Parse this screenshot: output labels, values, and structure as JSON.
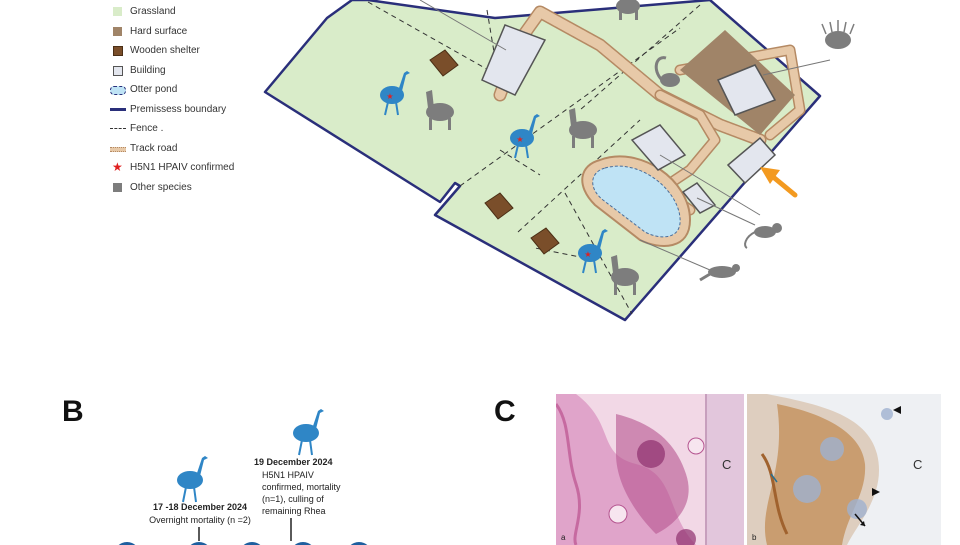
{
  "legend": {
    "items": [
      {
        "label": "Grassland",
        "symbol": "grass-swatch-icon"
      },
      {
        "label": "Hard surface",
        "symbol": "hard-surface-swatch-icon"
      },
      {
        "label": "Wooden shelter",
        "symbol": "wooden-shelter-swatch-icon"
      },
      {
        "label": "Building",
        "symbol": "building-swatch-icon"
      },
      {
        "label": "Otter pond",
        "symbol": "otter-pond-swatch-icon"
      },
      {
        "label": "Premissess boundary",
        "symbol": "boundary-line-icon"
      },
      {
        "label": "Fence .",
        "symbol": "fence-line-icon"
      },
      {
        "label": "Track road",
        "symbol": "track-road-swatch-icon"
      },
      {
        "label": "H5N1 HPAIV confirmed",
        "symbol": "red-star-icon"
      },
      {
        "label": "Other species",
        "symbol": "other-species-swatch-icon"
      }
    ]
  },
  "colors": {
    "grassland": "#d9ecc9",
    "hard_surface": "#a08468",
    "wooden_shelter": "#7a4e2a",
    "building": "#e3e6ee",
    "pond": "#bfe3f5",
    "boundary": "#2a2f7a",
    "track": "#e7c9a8",
    "confirmed": "#e02020",
    "other_species": "#7d7d7d",
    "rhea": "#2f86c6",
    "arrow": "#f39a20"
  },
  "panels": {
    "b": "B",
    "c": "C"
  },
  "timeline": {
    "events": [
      {
        "date": "17 -18 December 2024",
        "description": "Overnight mortality (n =2)"
      },
      {
        "date": "19 December 2024",
        "description_lines": [
          "H5N1 HPAIV",
          "confirmed, mortality",
          "(n=1), culling of",
          "remaining Rhea"
        ]
      }
    ]
  },
  "micrographs": {
    "left": {
      "label": "C",
      "sublabel": "a"
    },
    "right": {
      "label": "C",
      "sublabel": "b"
    }
  }
}
